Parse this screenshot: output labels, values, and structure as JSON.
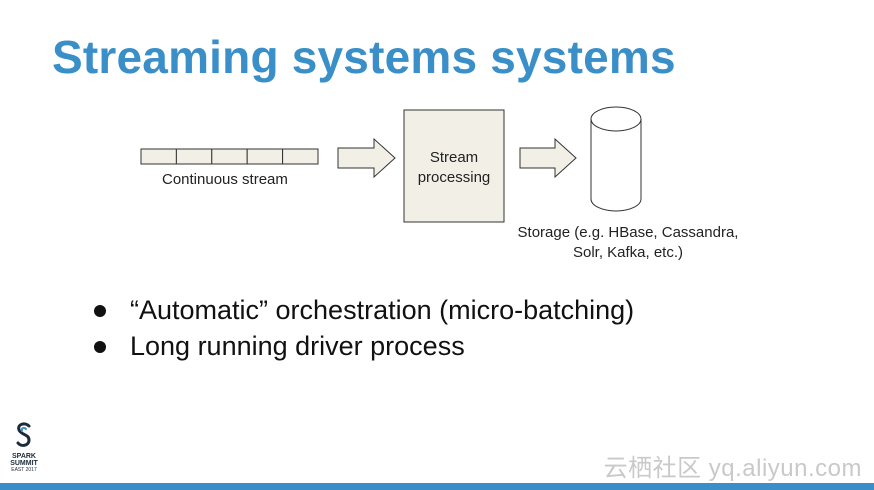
{
  "slide": {
    "title": "Streaming systems systems"
  },
  "diagram": {
    "stream_label": "Continuous stream",
    "processing_label": "Stream processing",
    "storage_label": "Storage (e.g. HBase, Cassandra, Solr, Kafka, etc.)"
  },
  "bullets": [
    {
      "text": "“Automatic” orchestration (micro-batching)"
    },
    {
      "text": "Long running driver process"
    }
  ],
  "logo": {
    "line1": "SPARK",
    "line2": "SUMMIT",
    "line3": "EAST 2017"
  },
  "watermark": "云栖社区 yq.aliyun.com",
  "colors": {
    "accent": "#3a8fc8",
    "box_fill": "#f2f0e6"
  }
}
